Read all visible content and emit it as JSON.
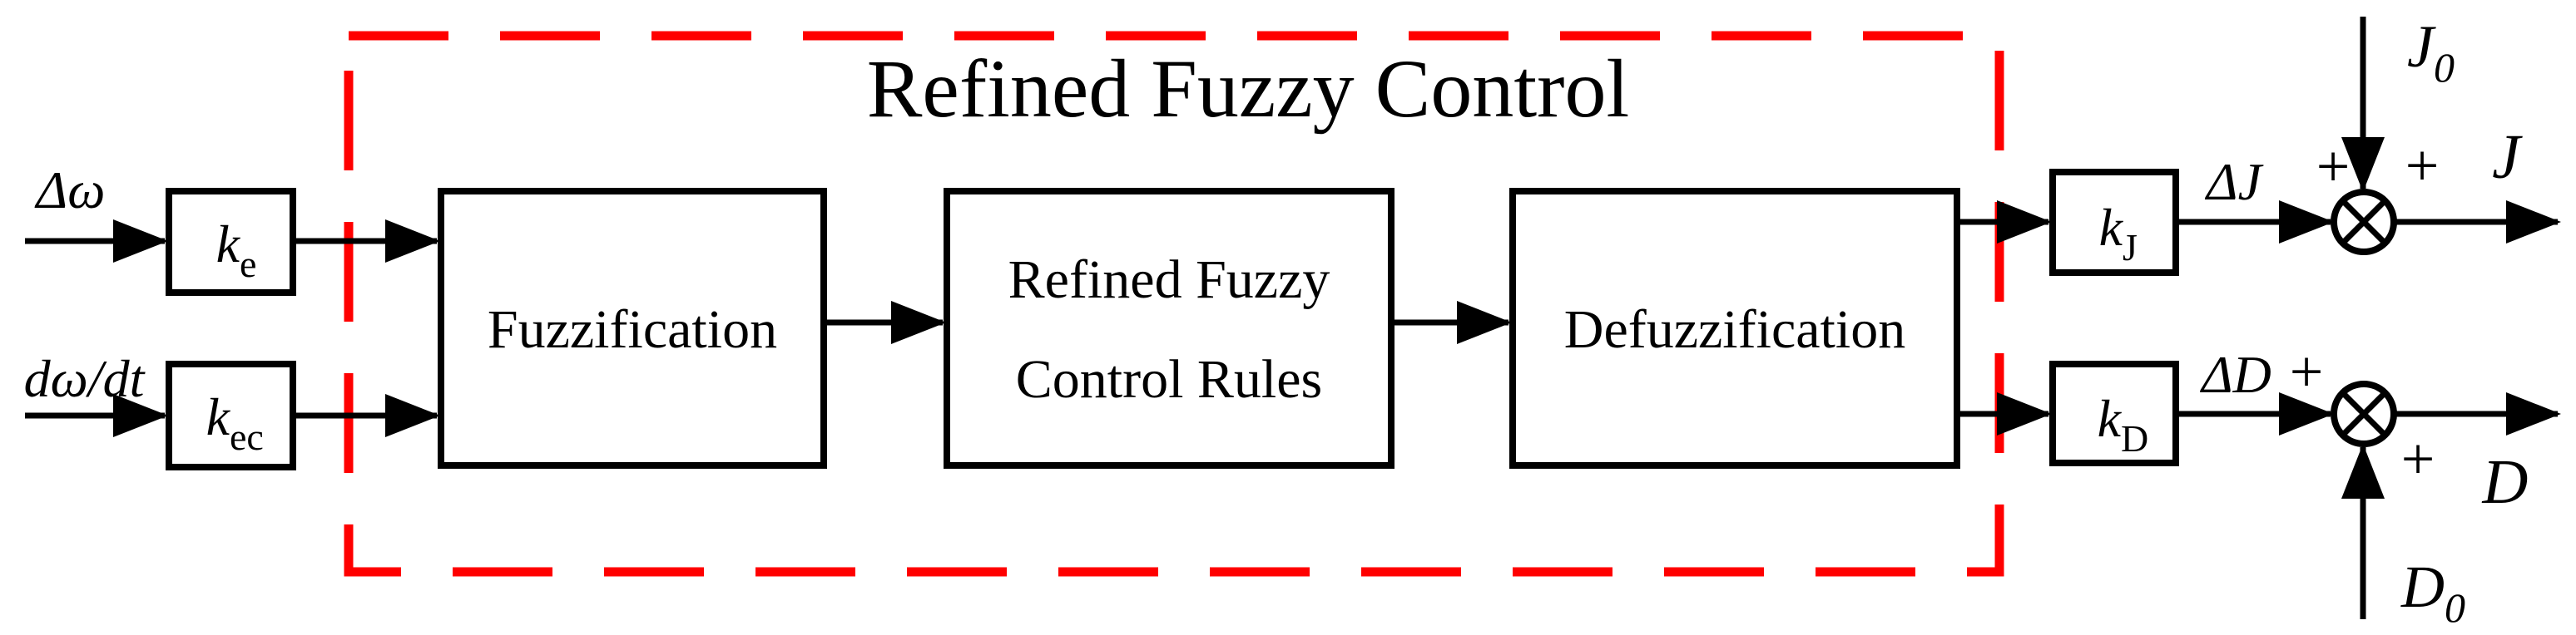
{
  "diagram": {
    "title": "Refined Fuzzy Control",
    "colors": {
      "boundary": "#ff0000",
      "title": "#ff0000",
      "line": "#000000",
      "background": "#ffffff"
    },
    "inputs": {
      "input1": "Δω",
      "input2": "dω/dt"
    },
    "gains": {
      "ke_base": "k",
      "ke_sub": "e",
      "kec_base": "k",
      "kec_sub": "ec",
      "kj_base": "k",
      "kj_sub": "J",
      "kd_base": "k",
      "kd_sub": "D"
    },
    "blocks": {
      "fuzzification": "Fuzzification",
      "rules_line1": "Refined Fuzzy",
      "rules_line2": "Control Rules",
      "defuzzification": "Defuzzification"
    },
    "signals": {
      "delta_j": "ΔJ",
      "delta_d": "ΔD",
      "j0_base": "J",
      "j0_sub": "0",
      "d0_base": "D",
      "d0_sub": "0",
      "out_j": "J",
      "out_d": "D",
      "plus": "+"
    }
  }
}
